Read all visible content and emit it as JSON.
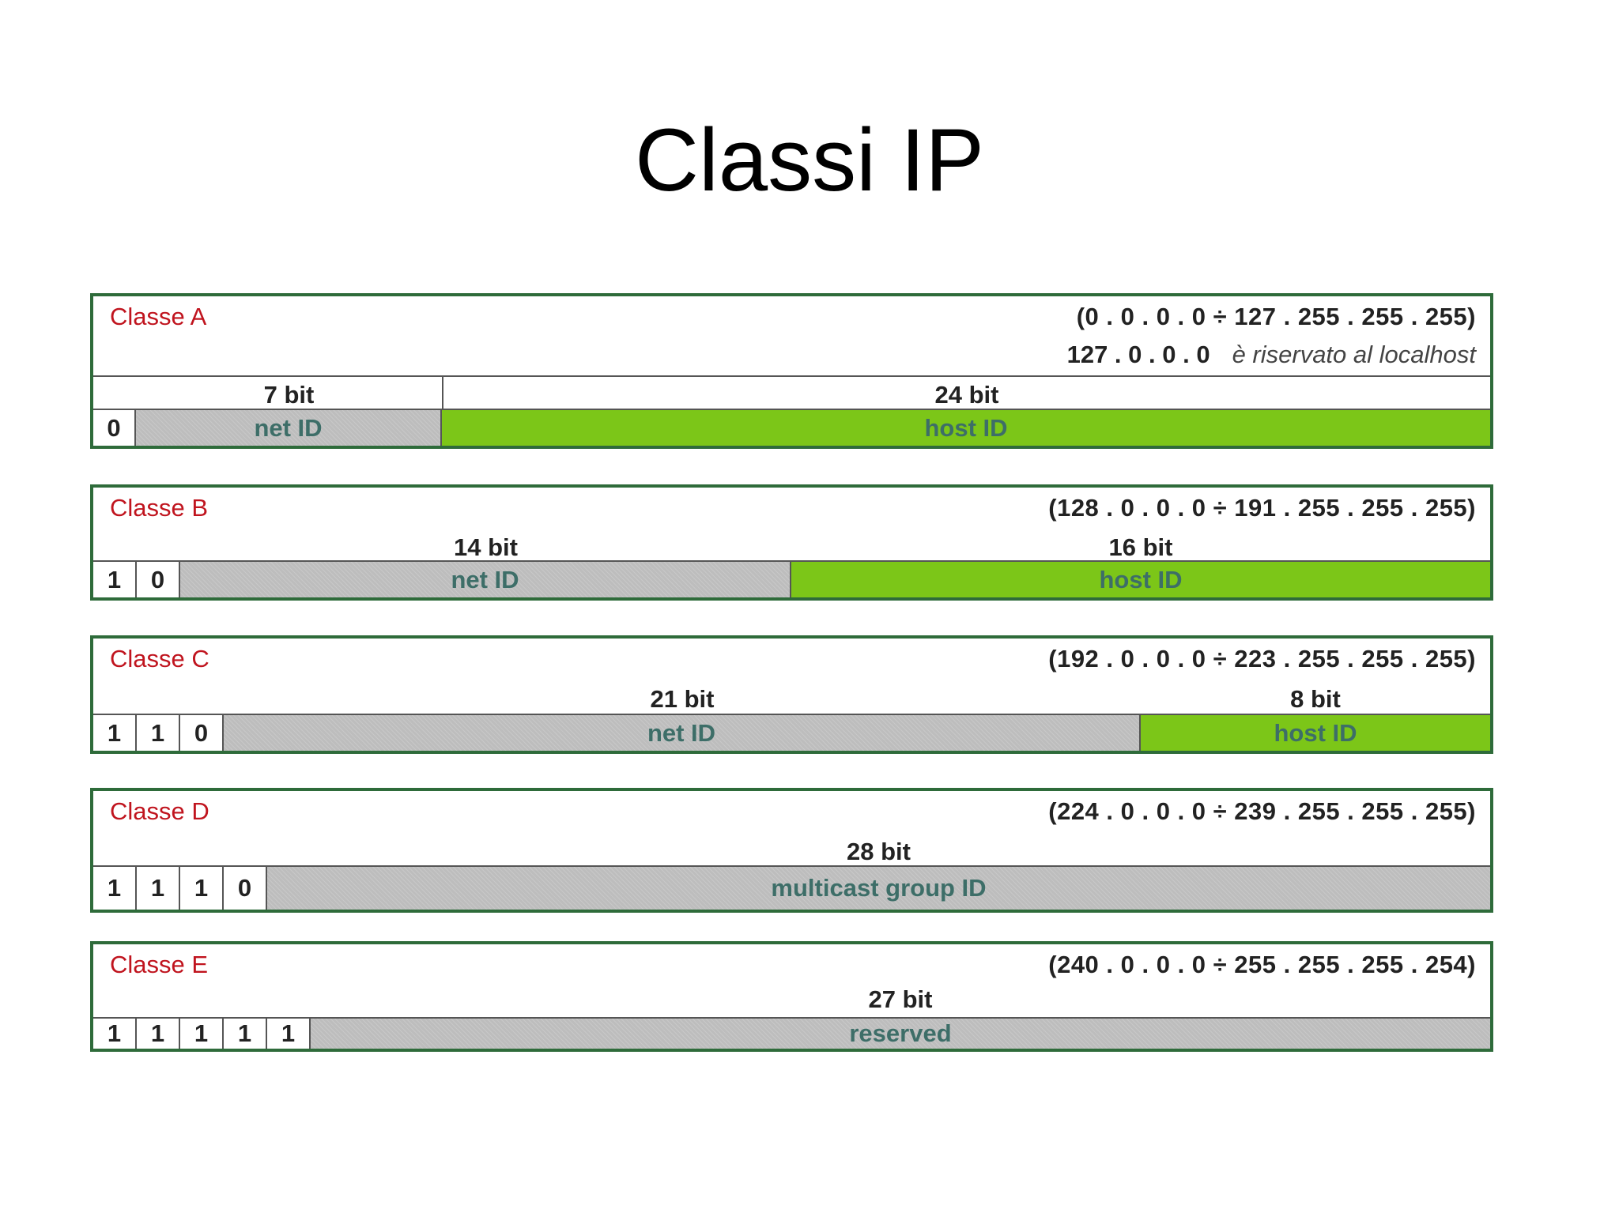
{
  "title": "Classi IP",
  "colors": {
    "border": "#2e6b3a",
    "class_name": "#c0141e",
    "net_id_fill": "#bdbdbd",
    "host_id_fill": "#7cc618",
    "field_text": "#3d6e68"
  },
  "classes": [
    {
      "name": "Classe A",
      "range": "(0 . 0 . 0 . 0 ÷ 127 . 255 . 255 . 255)",
      "note_addr": "127 . 0 . 0 . 0",
      "note_text": "è riservato al localhost",
      "leading_bits": [
        "0"
      ],
      "bit_counts": [
        "7 bit",
        "24 bit"
      ],
      "fields": [
        "net ID",
        "host ID"
      ]
    },
    {
      "name": "Classe B",
      "range": "(128 . 0 . 0 . 0 ÷ 191 . 255 . 255 . 255)",
      "leading_bits": [
        "1",
        "0"
      ],
      "bit_counts": [
        "14 bit",
        "16 bit"
      ],
      "fields": [
        "net ID",
        "host ID"
      ]
    },
    {
      "name": "Classe C",
      "range": "(192 . 0 . 0 . 0 ÷ 223 . 255 . 255 . 255)",
      "leading_bits": [
        "1",
        "1",
        "0"
      ],
      "bit_counts": [
        "21 bit",
        "8 bit"
      ],
      "fields": [
        "net ID",
        "host ID"
      ]
    },
    {
      "name": "Classe D",
      "range": "(224 . 0 . 0 . 0 ÷ 239 . 255 . 255 . 255)",
      "leading_bits": [
        "1",
        "1",
        "1",
        "0"
      ],
      "bit_counts": [
        "28 bit"
      ],
      "fields": [
        "multicast group ID"
      ]
    },
    {
      "name": "Classe E",
      "range": "(240 . 0 . 0 . 0 ÷ 255 . 255 . 255 . 254)",
      "leading_bits": [
        "1",
        "1",
        "1",
        "1",
        "1"
      ],
      "bit_counts": [
        "27 bit"
      ],
      "fields": [
        "reserved"
      ]
    }
  ]
}
